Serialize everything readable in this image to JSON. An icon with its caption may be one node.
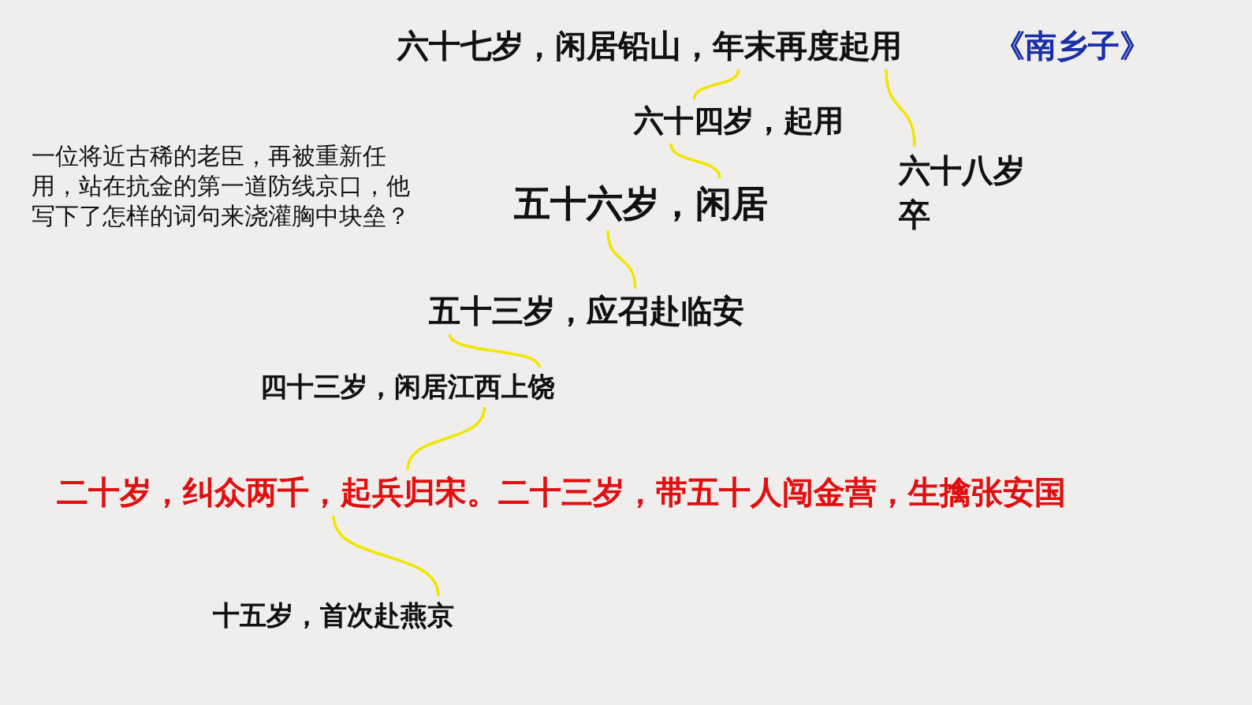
{
  "diagram": {
    "nodes": [
      {
        "text": [
          "六十七岁，闲居铅山，年末再度起用"
        ],
        "beside": [
          "《南乡子》"
        ]
      },
      {
        "text": [
          "六十四岁，起用"
        ]
      },
      {
        "text": [
          "六十八岁卒"
        ]
      },
      {
        "text": [
          "五十六岁，闲居"
        ]
      },
      {
        "text": [
          "五十三岁，应召赴临安"
        ]
      },
      {
        "text": [
          "四十三岁，闲居江西上饶"
        ]
      },
      {
        "text": [
          "二十岁，纠众两千，起兵归宋。二十三岁，带五十人闯金营，生擒张安国"
        ]
      },
      {
        "text": [
          "十五岁，首次赴燕京"
        ]
      }
    ],
    "edges": [
      {
        "from": 7,
        "to": 6,
        "arrow": "none"
      },
      {
        "from": 6,
        "to": 5,
        "arrow": "none"
      },
      {
        "from": 5,
        "to": 4,
        "arrow": "none"
      },
      {
        "from": 4,
        "to": 3,
        "arrow": "none"
      },
      {
        "from": 3,
        "to": 1,
        "arrow": "none"
      },
      {
        "from": 1,
        "to": 0,
        "arrow": "none"
      },
      {
        "from": 0,
        "to": 2,
        "arrow": "none"
      }
    ],
    "labels": [
      "一位将近古稀的老臣，再被重新任用，站在抗金的第一道防线京口，他写下了怎样的词句来浇灌胸中块垒？"
    ]
  }
}
